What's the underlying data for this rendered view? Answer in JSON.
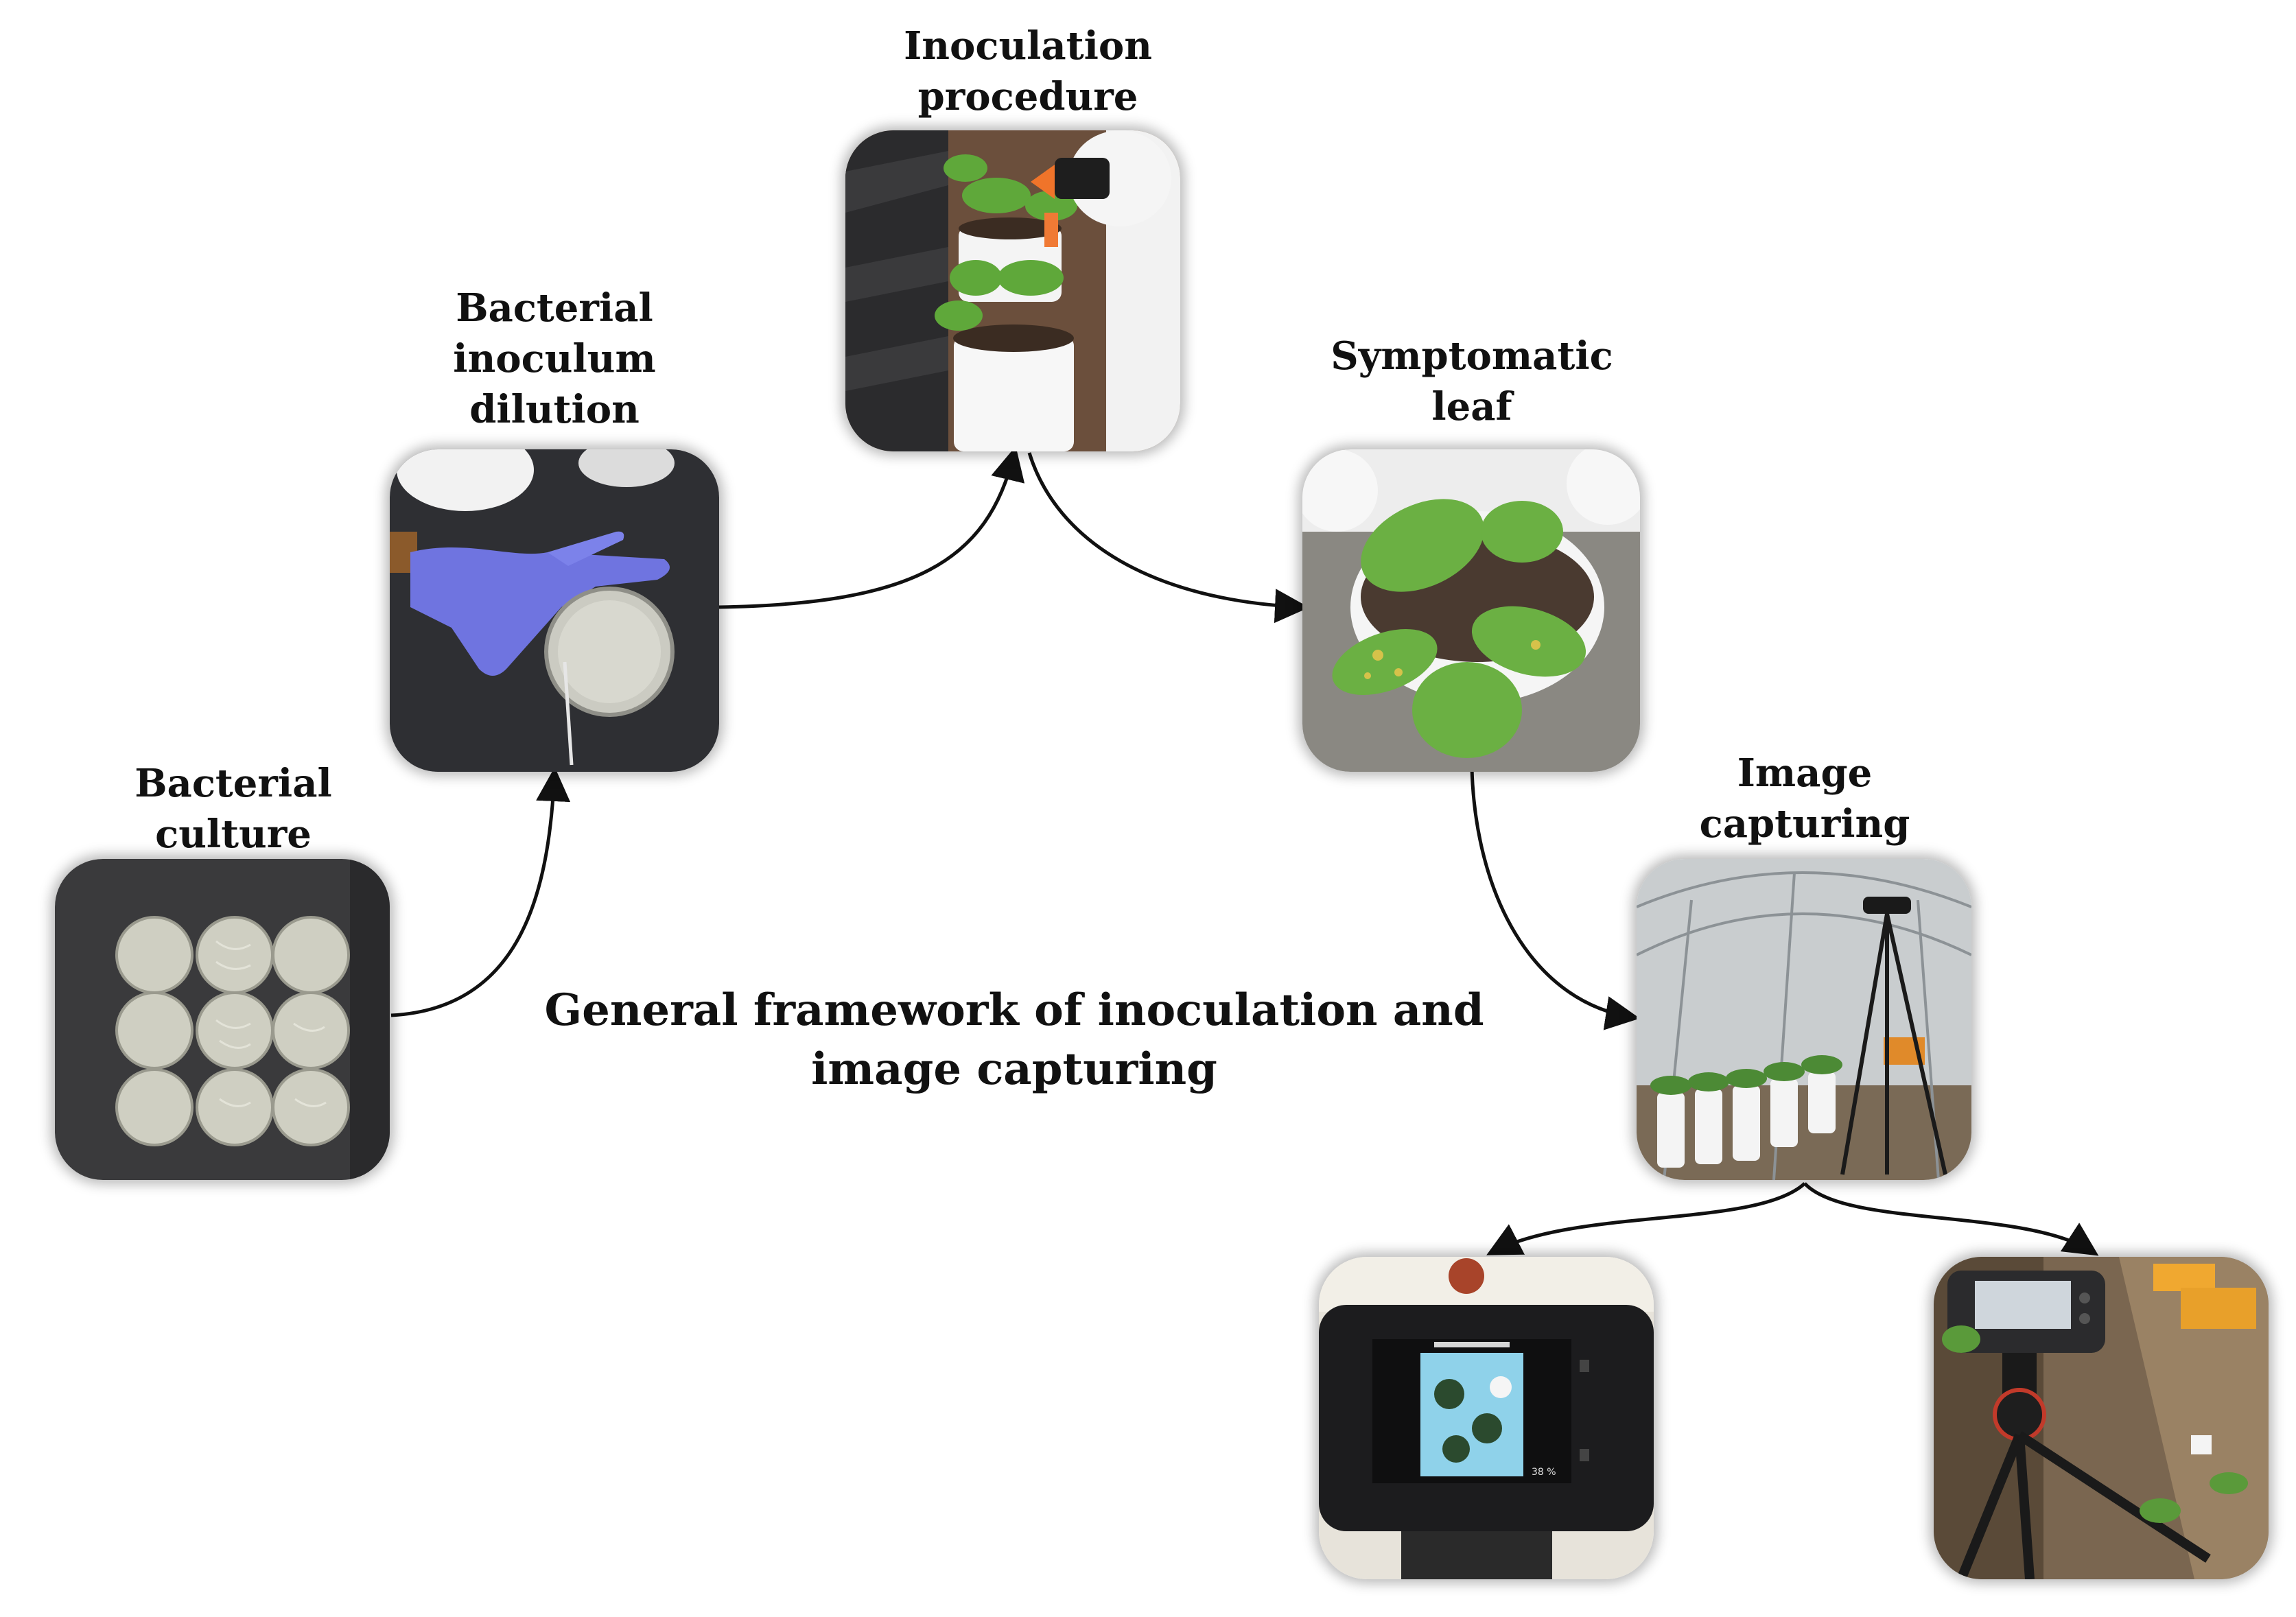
{
  "caption": {
    "line1": "General framework of inoculation and",
    "line2": "image capturing"
  },
  "steps": [
    {
      "id": "bacterial-culture",
      "label": "Bacterial\nculture"
    },
    {
      "id": "inoculum-dilution",
      "label": "Bacterial\ninoculum\ndilution"
    },
    {
      "id": "inoculation-procedure",
      "label": "Inoculation\nprocedure"
    },
    {
      "id": "symptomatic-leaf",
      "label": "Symptomatic\nleaf"
    },
    {
      "id": "image-capturing",
      "label": "Image\ncapturing"
    }
  ],
  "devices": [
    {
      "id": "thermal-camera",
      "screen_reading": "38 %"
    },
    {
      "id": "tripod-camera"
    }
  ],
  "colors": {
    "arrow": "#111111",
    "label": "#111111",
    "tile_shadow": "rgba(0,0,0,0.28)"
  }
}
